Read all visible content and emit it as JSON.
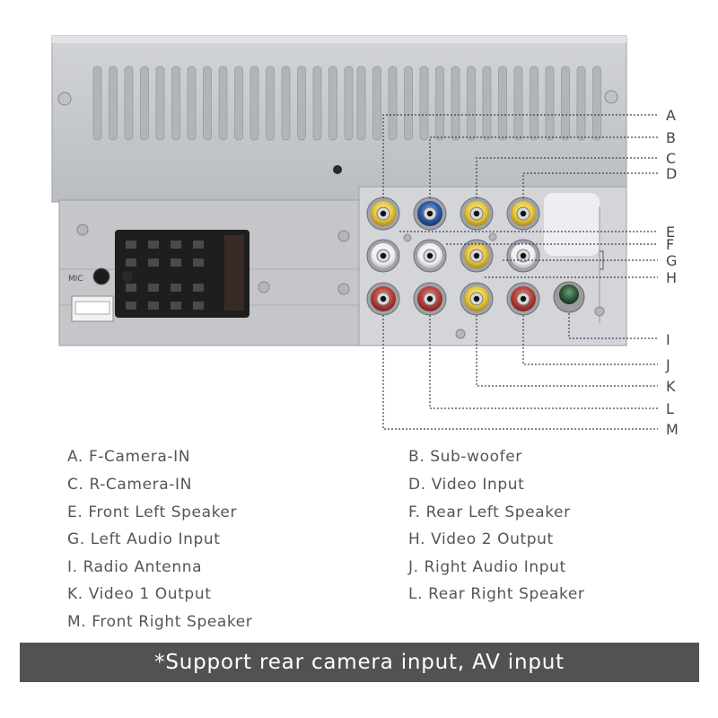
{
  "connector_labels": [
    "A",
    "B",
    "C",
    "D",
    "E",
    "F",
    "G",
    "H",
    "I",
    "J",
    "K",
    "L",
    "M"
  ],
  "panel_label": "MIC",
  "legend": [
    {
      "text": "A. F-Camera-IN"
    },
    {
      "text": "B. Sub-woofer"
    },
    {
      "text": "C. R-Camera-IN"
    },
    {
      "text": "D. Video Input"
    },
    {
      "text": "E. Front Left Speaker"
    },
    {
      "text": "F. Rear Left Speaker"
    },
    {
      "text": "G. Left Audio Input"
    },
    {
      "text": "H. Video 2 Output"
    },
    {
      "text": "I.  Radio Antenna"
    },
    {
      "text": "J. Right Audio Input"
    },
    {
      "text": "K. Video 1 Output"
    },
    {
      "text": "L. Rear Right Speaker"
    },
    {
      "text": "M. Front Right Speaker"
    }
  ],
  "banner": {
    "text": "*Support rear camera input, AV input"
  },
  "colors": {
    "rca_yellow": "#e8c93a",
    "rca_blue": "#2c5aa8",
    "rca_white": "#f4f4f4",
    "rca_red": "#b8413a",
    "antenna_green": "#2f5a3a",
    "chassis": "#c7c9cd",
    "banner_bg": "#525252"
  }
}
